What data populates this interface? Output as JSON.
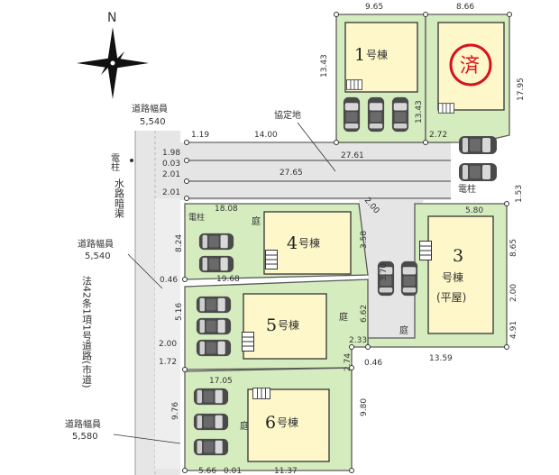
{
  "compass": {
    "north": "N"
  },
  "colors": {
    "lot": "#d4ecbe",
    "house": "#fdf7c9",
    "road": "#e5e5e5",
    "lot_border": "#5a5a5a",
    "sold_stamp": "#d6131d"
  },
  "lots": {
    "lot1": {
      "num": "1",
      "suffix": "号棟"
    },
    "lot2": {
      "stamp": "済"
    },
    "lot3": {
      "num": "3",
      "line2": "号棟",
      "line3": "(平屋)"
    },
    "lot4": {
      "num": "4",
      "suffix": "号棟"
    },
    "lot5": {
      "num": "5",
      "suffix": "号棟"
    },
    "lot6": {
      "num": "6",
      "suffix": "号棟"
    }
  },
  "labels": {
    "road_width_top": "道路幅員",
    "road_width_top_value": "5,540",
    "road_width_mid": "道路幅員",
    "road_width_mid_value": "5,540",
    "road_width_bottom": "道路幅員",
    "road_width_bottom_value": "5,580",
    "agreement_land": "協定地",
    "pole_left": "電柱",
    "pole_right": "電柱",
    "pole_lot4": "電柱",
    "waterway": "水路暗渠",
    "legal_road": "法42条1項1号道路(市道)",
    "garden": "庭"
  },
  "dimensions": {
    "d_9_65": "9.65",
    "d_8_66": "8.66",
    "d_13_43a": "13.43",
    "d_13_43b": "13.43",
    "d_17_95": "17.95",
    "d_1_19": "1.19",
    "d_14_00": "14.00",
    "d_2_72": "2.72",
    "d_1_98": "1.98",
    "d_0_03": "0.03",
    "d_27_61": "27.61",
    "d_2_01a": "2.01",
    "d_27_65": "27.65",
    "d_2_01b": "2.01",
    "d_2_00a": "2.00",
    "d_1_53": "1.53",
    "d_18_08": "18.08",
    "d_8_24": "8.24",
    "d_3_58": "3.58",
    "d_5_80": "5.80",
    "d_8_65": "8.65",
    "d_0_46a": "0.46",
    "d_19_68": "19.68",
    "d_3_70": "3.70",
    "d_2_00b": "2.00",
    "d_5_16": "5.16",
    "d_6_62": "6.62",
    "d_4_91": "4.91",
    "d_2_00c": "2.00",
    "d_2_33": "2.33",
    "d_1_72": "1.72",
    "d_2_74": "2.74",
    "d_0_46b": "0.46",
    "d_13_59": "13.59",
    "d_17_05": "17.05",
    "d_9_76": "9.76",
    "d_9_80": "9.80",
    "d_5_66": "5.66",
    "d_0_01": "0.01",
    "d_11_37": "11.37"
  }
}
